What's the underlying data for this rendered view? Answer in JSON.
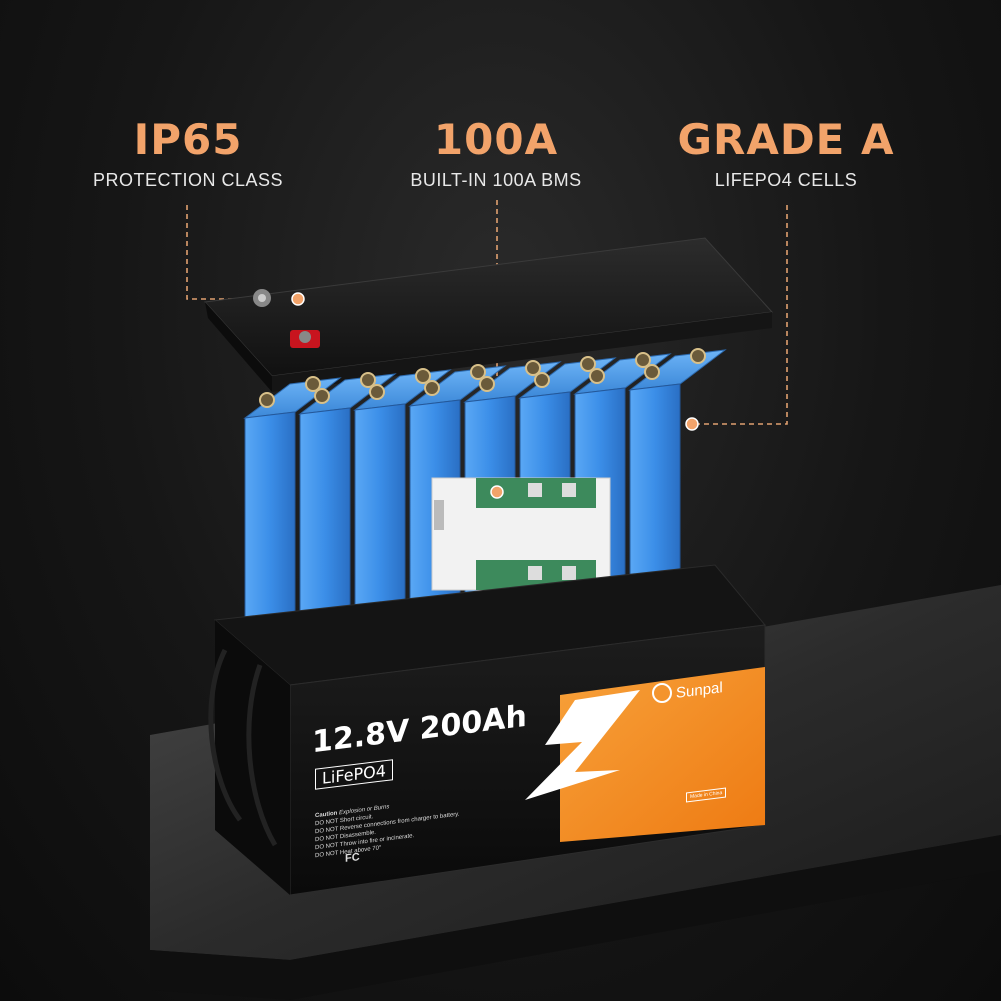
{
  "features": [
    {
      "title": "IP65",
      "subtitle": "PROTECTION CLASS",
      "icon": "dust-water-protection"
    },
    {
      "title": "100A",
      "subtitle": "BUILT-IN 100A BMS",
      "icon": "bms-board"
    },
    {
      "title": "GRADE A",
      "subtitle": "LIFEPO4 CELLS",
      "icon": "battery-cell"
    }
  ],
  "battery": {
    "rating": "12.8V 200Ah",
    "chemistry": "LiFePO4",
    "brand": "Sunpal",
    "caution_title": "Caution",
    "caution_subtitle": "Explosion or Burns",
    "caution_lines": [
      "DO NOT Short circuit.",
      "DO NOT Reverse connections from charger to battery.",
      "DO NOT Disassemble.",
      "DO NOT Throw into fire or incinerate.",
      "DO NOT Heat above 70°"
    ],
    "badges": [
      "FC"
    ],
    "made_in": "Made in China"
  },
  "colors": {
    "accent": "#f2a36a",
    "cell_blue": "#3b8ee8",
    "orange_panel": "#f28a1e",
    "background": "#161616"
  }
}
